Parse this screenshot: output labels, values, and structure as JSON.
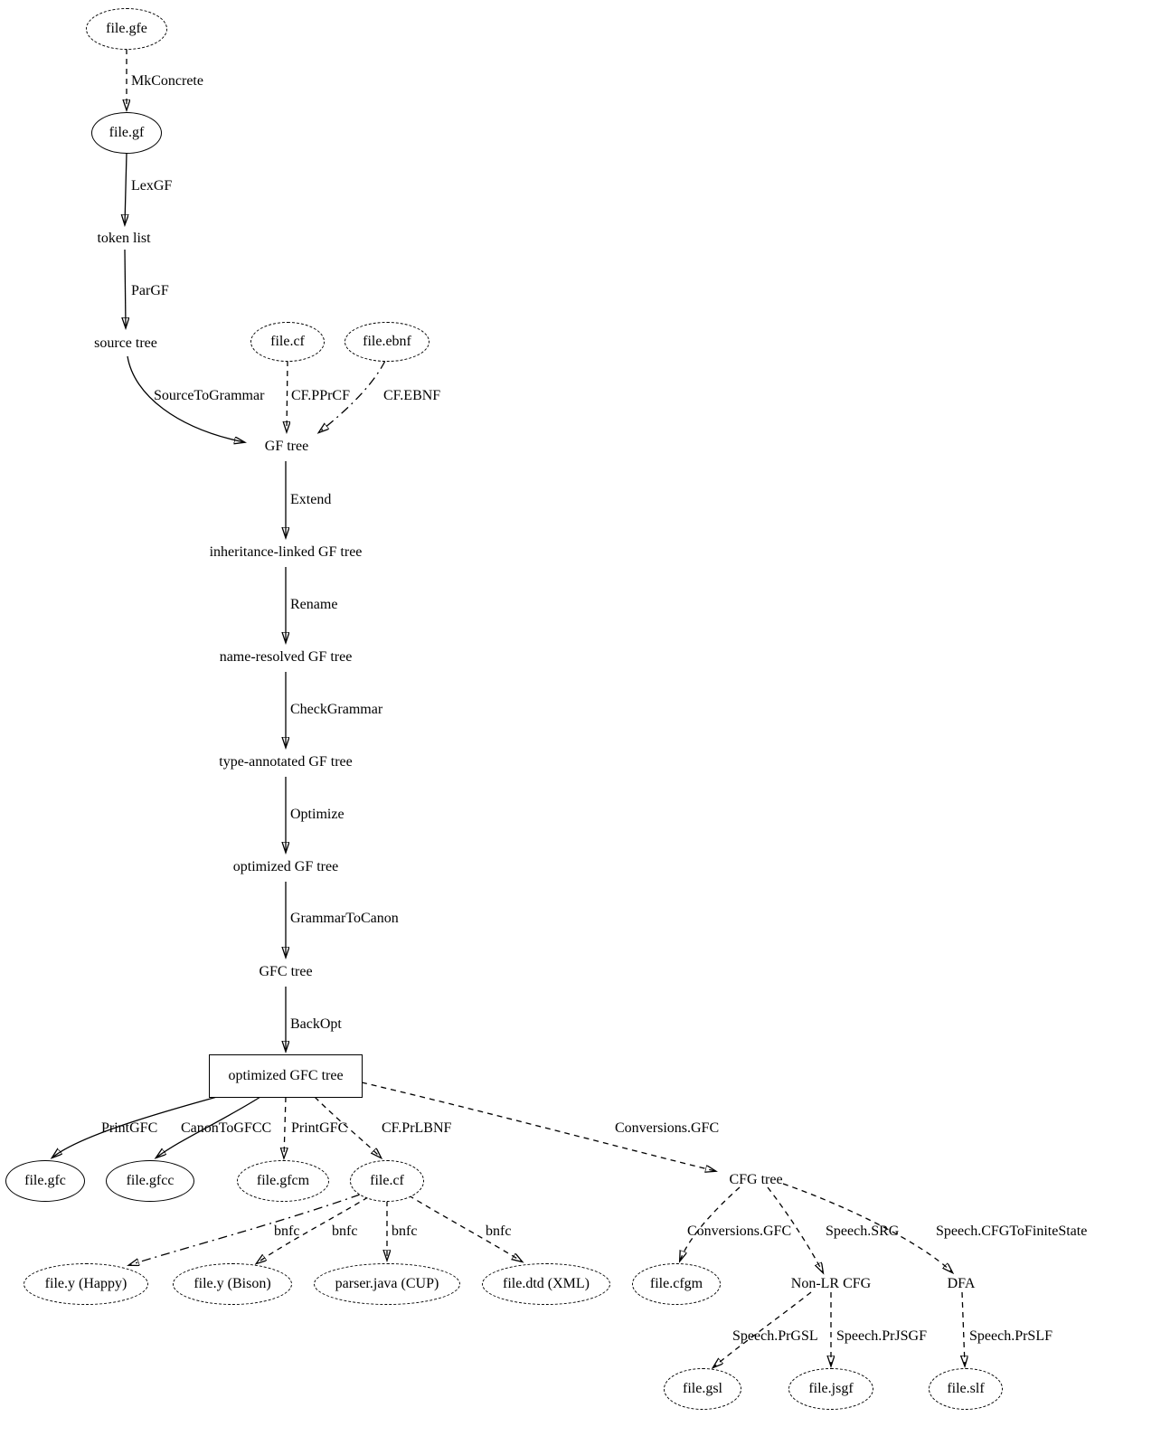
{
  "diagram": {
    "title": "GF grammar compiler pipeline",
    "colors": {
      "stroke": "#000000",
      "text": "#000000",
      "background": "#ffffff"
    },
    "nodes": {
      "file_gfe": {
        "label": "file.gfe",
        "shape": "ellipse-dashed"
      },
      "file_gf": {
        "label": "file.gf",
        "shape": "ellipse-solid"
      },
      "token_list": {
        "label": "token list",
        "shape": "plaintext"
      },
      "source_tree": {
        "label": "source tree",
        "shape": "plaintext"
      },
      "file_cf_top": {
        "label": "file.cf",
        "shape": "ellipse-dashed"
      },
      "file_ebnf": {
        "label": "file.ebnf",
        "shape": "ellipse-dashed"
      },
      "gf_tree": {
        "label": "GF tree",
        "shape": "plaintext"
      },
      "inheritance_linked": {
        "label": "inheritance-linked GF tree",
        "shape": "plaintext"
      },
      "name_resolved": {
        "label": "name-resolved GF tree",
        "shape": "plaintext"
      },
      "type_annotated": {
        "label": "type-annotated GF tree",
        "shape": "plaintext"
      },
      "optimized_gf_tree": {
        "label": "optimized GF tree",
        "shape": "plaintext"
      },
      "gfc_tree": {
        "label": "GFC tree",
        "shape": "plaintext"
      },
      "optimized_gfc_tree": {
        "label": "optimized GFC tree",
        "shape": "box"
      },
      "file_gfc": {
        "label": "file.gfc",
        "shape": "ellipse-solid"
      },
      "file_gfcc": {
        "label": "file.gfcc",
        "shape": "ellipse-solid"
      },
      "file_gfcm": {
        "label": "file.gfcm",
        "shape": "ellipse-dashed"
      },
      "file_cf_bottom": {
        "label": "file.cf",
        "shape": "ellipse-dashed"
      },
      "cfg_tree": {
        "label": "CFG tree",
        "shape": "plaintext"
      },
      "file_y_happy": {
        "label": "file.y (Happy)",
        "shape": "ellipse-dashed"
      },
      "file_y_bison": {
        "label": "file.y (Bison)",
        "shape": "ellipse-dashed"
      },
      "parser_java_cup": {
        "label": "parser.java (CUP)",
        "shape": "ellipse-dashed"
      },
      "file_dtd_xml": {
        "label": "file.dtd (XML)",
        "shape": "ellipse-dashed"
      },
      "file_cfgm": {
        "label": "file.cfgm",
        "shape": "ellipse-dashed"
      },
      "non_lr_cfg": {
        "label": "Non-LR CFG",
        "shape": "plaintext"
      },
      "dfa": {
        "label": "DFA",
        "shape": "plaintext"
      },
      "file_gsl": {
        "label": "file.gsl",
        "shape": "ellipse-dashed"
      },
      "file_jsgf": {
        "label": "file.jsgf",
        "shape": "ellipse-dashed"
      },
      "file_slf": {
        "label": "file.slf",
        "shape": "ellipse-dashed"
      }
    },
    "edge_labels": {
      "mkconcrete": "MkConcrete",
      "lexgf": "LexGF",
      "pargf": "ParGF",
      "sourcetogrammar": "SourceToGrammar",
      "cf_pprcf": "CF.PPrCF",
      "cf_ebnf": "CF.EBNF",
      "extend": "Extend",
      "rename": "Rename",
      "checkgrammar": "CheckGrammar",
      "optimize": "Optimize",
      "grammartocanon": "GrammarToCanon",
      "backopt": "BackOpt",
      "printgfc_1": "PrintGFC",
      "canontogfcc": "CanonToGFCC",
      "printgfc_2": "PrintGFC",
      "cf_prlbnf": "CF.PrLBNF",
      "conversions_gfc_1": "Conversions.GFC",
      "bnfc_1": "bnfc",
      "bnfc_2": "bnfc",
      "bnfc_3": "bnfc",
      "bnfc_4": "bnfc",
      "conversions_gfc_2": "Conversions.GFC",
      "speech_srg": "Speech.SRG",
      "speech_cfgtofinitestate": "Speech.CFGToFiniteState",
      "speech_prgsl": "Speech.PrGSL",
      "speech_prjsgf": "Speech.PrJSGF",
      "speech_prslf": "Speech.PrSLF"
    }
  }
}
